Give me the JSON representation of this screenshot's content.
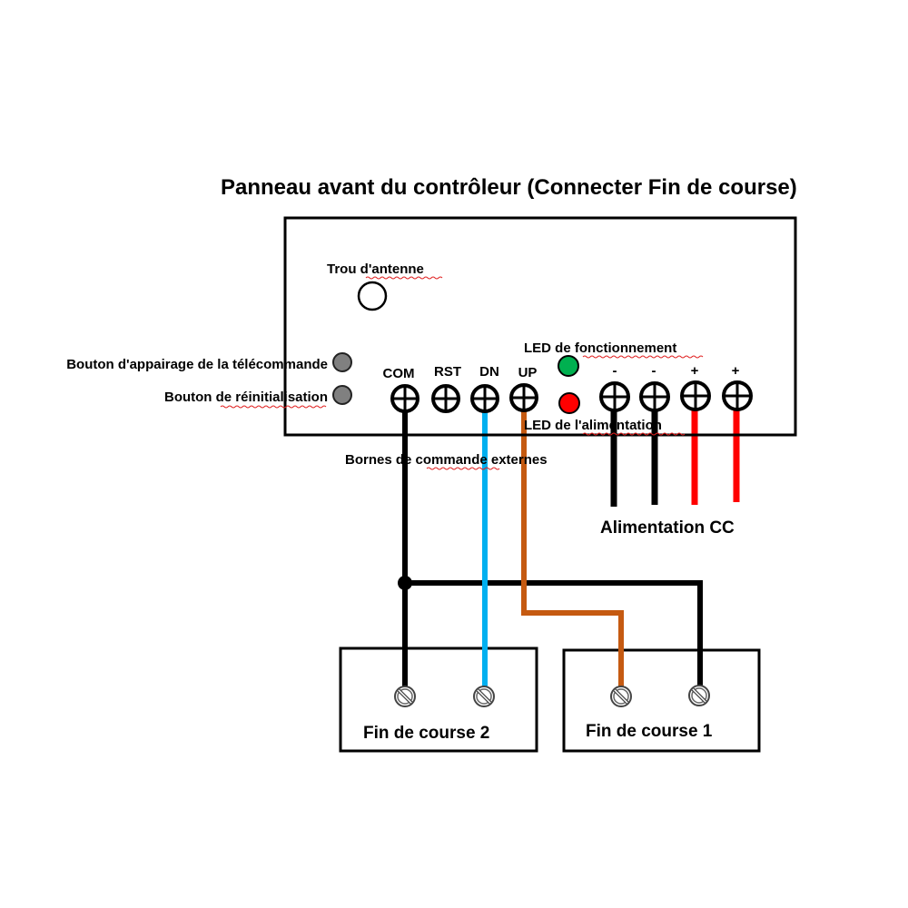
{
  "diagram": {
    "title": "Panneau avant du contrôleur (Connecter Fin de course)",
    "panel": {
      "antenna_label": "Trou d'antenne",
      "pairing_button_label": "Bouton d'appairage de la télécommande",
      "reset_button_label": "Bouton de réinitialisation",
      "led_run_label": "LED de fonctionnement",
      "led_power_label": "LED de l'alimentation",
      "external_terminals_label": "Bornes de commande externes",
      "terminals": [
        "COM",
        "RST",
        "DN",
        "UP",
        "-",
        "-",
        "+",
        "+"
      ]
    },
    "power_label": "Alimentation CC",
    "limit_switches": [
      {
        "label": "Fin de course 2"
      },
      {
        "label": "Fin de course 1"
      }
    ],
    "colors": {
      "wire_com": "#000000",
      "wire_dn": "#00b0f0",
      "wire_up": "#c55a11",
      "wire_negative": "#000000",
      "wire_positive": "#ff0000",
      "led_run": "#00b050",
      "led_power": "#ff0000",
      "button": "#808080"
    },
    "connections": [
      {
        "from": "COM",
        "to": "Fin de course 2 terminal 1",
        "color": "black"
      },
      {
        "from": "COM",
        "to": "Fin de course 1 terminal 2",
        "color": "black"
      },
      {
        "from": "DN",
        "to": "Fin de course 2 terminal 2",
        "color": "blue"
      },
      {
        "from": "UP",
        "to": "Fin de course 1 terminal 1",
        "color": "brown"
      }
    ]
  }
}
